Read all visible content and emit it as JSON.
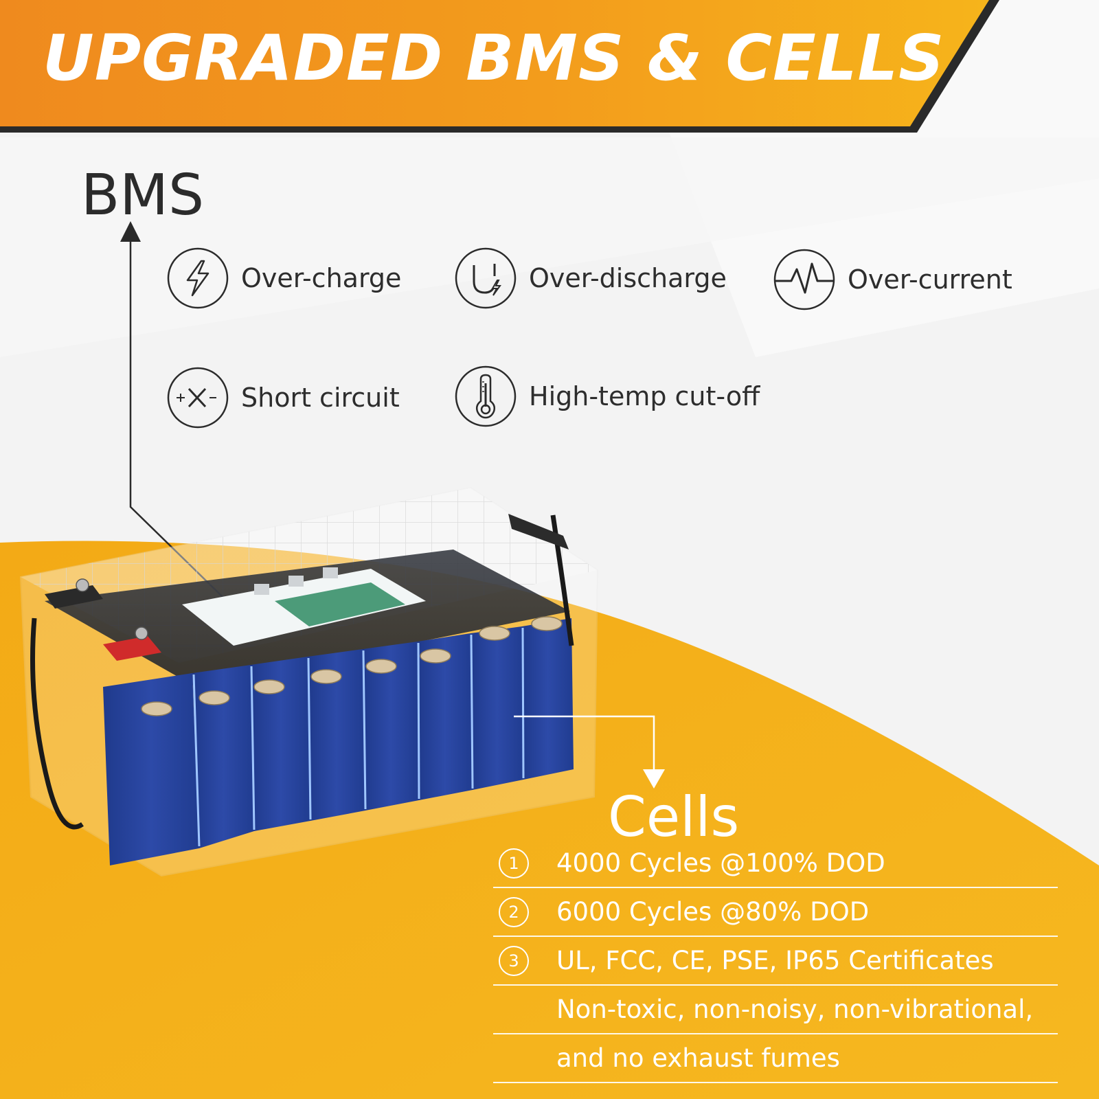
{
  "banner": {
    "title": "UPGRADED BMS & CELLS"
  },
  "bms": {
    "label": "BMS",
    "features": [
      {
        "icon": "lightning-icon",
        "label": "Over-charge"
      },
      {
        "icon": "magnet-icon",
        "label": "Over-discharge"
      },
      {
        "icon": "pulse-icon",
        "label": "Over-current"
      },
      {
        "icon": "cross-icon",
        "label": "Short circuit"
      },
      {
        "icon": "thermometer-icon",
        "label": "High-temp cut-off"
      }
    ]
  },
  "cells": {
    "label": "Cells",
    "specs": [
      {
        "number": "1",
        "text": "4000 Cycles @100% DOD"
      },
      {
        "number": "2",
        "text": "6000 Cycles @80% DOD"
      },
      {
        "number": "3",
        "text": "UL, FCC, CE, PSE, IP65 Certificates"
      },
      {
        "number": "",
        "text": "Non-toxic, non-noisy, non-vibrational,"
      },
      {
        "number": "",
        "text": "and no exhaust fumes"
      }
    ]
  },
  "colors": {
    "banner_orange": "#ef8a1e",
    "banner_yellow": "#f6b41b",
    "accent_yellow": "#f4b11c",
    "cell_blue": "#2a45a0"
  }
}
